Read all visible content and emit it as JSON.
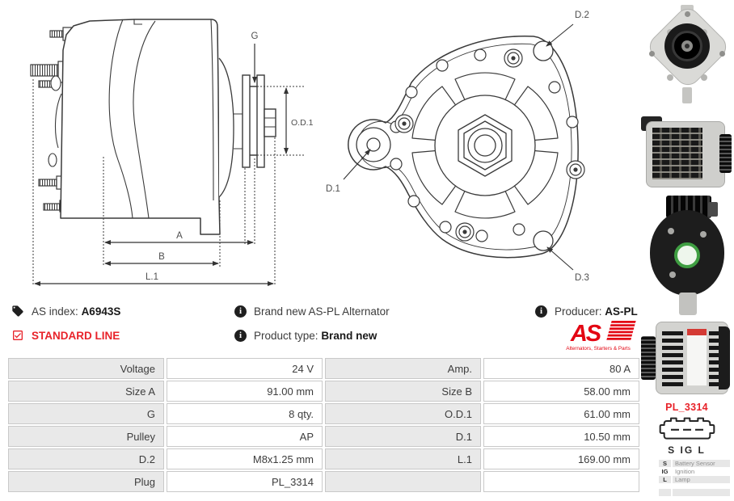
{
  "colors": {
    "accent_red": "#e8232a",
    "logo_red": "#e30613",
    "table_label_bg": "#e9e9e9",
    "table_border": "#c9c9c9",
    "drawing_line": "#3a3a3a"
  },
  "info_row1": {
    "as_index_label": "AS index:",
    "as_index_value": "A6943S",
    "brand_new_text": "Brand new AS-PL Alternator",
    "producer_label": "Producer:",
    "producer_value": "AS-PL"
  },
  "info_row2": {
    "standard_line": "STANDARD LINE",
    "product_type_label": "Product type:",
    "product_type_value": "Brand new"
  },
  "logo": {
    "text": "AS",
    "tagline": "Alternators, Starters & Parts"
  },
  "side_view": {
    "labels": {
      "g": "G",
      "od1": "O.D.1",
      "a": "A",
      "b": "B",
      "l1": "L.1"
    }
  },
  "front_view": {
    "labels": {
      "d1": "D.1",
      "d2": "D.2",
      "d3": "D.3"
    }
  },
  "spec_table": {
    "rows": [
      {
        "label1": "Voltage",
        "value1": "24 V",
        "label2": "Amp.",
        "value2": "80 A"
      },
      {
        "label1": "Size A",
        "value1": "91.00 mm",
        "label2": "Size B",
        "value2": "58.00 mm"
      },
      {
        "label1": "G",
        "value1": "8 qty.",
        "label2": "O.D.1",
        "value2": "61.00 mm"
      },
      {
        "label1": "Pulley",
        "value1": "AP",
        "label2": "D.1",
        "value2": "10.50 mm"
      },
      {
        "label1": "D.2",
        "value1": "M8x1.25 mm",
        "label2": "L.1",
        "value2": "169.00 mm"
      },
      {
        "label1": "Plug",
        "value1": "PL_3314",
        "label2": "",
        "value2": ""
      }
    ]
  },
  "plug": {
    "name": "PL_3314",
    "pins_label": "S IG L",
    "legend": [
      {
        "pin": "S",
        "desc": "Battery Sensor"
      },
      {
        "pin": "IG",
        "desc": "Ignition"
      },
      {
        "pin": "L",
        "desc": "Lamp"
      }
    ]
  }
}
